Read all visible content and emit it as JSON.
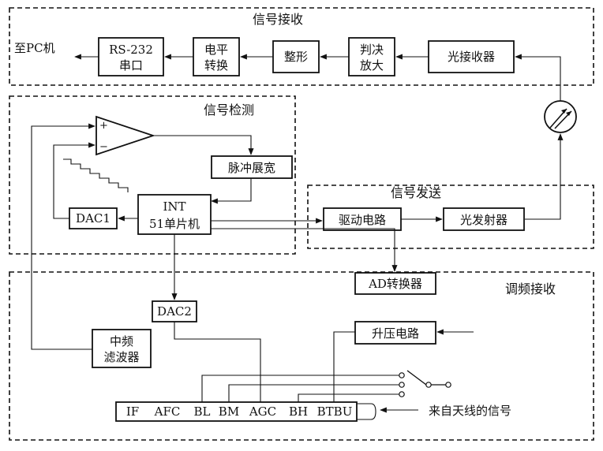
{
  "regions": {
    "signal_receive": "信号接收",
    "signal_detect": "信号检测",
    "signal_send": "信号发送",
    "fm_receive": "调频接收"
  },
  "blocks": {
    "rs232_line1": "RS-232",
    "rs232_line2": "串口",
    "level_line1": "电平",
    "level_line2": "转换",
    "shaping": "整形",
    "decision_line1": "判决",
    "decision_line2": "放大",
    "optical_receiver": "光接收器",
    "pulse_widening": "脉冲展宽",
    "mcu_line1": "INT",
    "mcu_line2": "51单片机",
    "dac1": "DAC1",
    "dac2": "DAC2",
    "driver": "驱动电路",
    "optical_transmitter": "光发射器",
    "ad_converter": "AD转换器",
    "boost": "升压电路",
    "if_filter_line1": "中频",
    "if_filter_line2": "滤波器"
  },
  "opamp": {
    "plus": "+",
    "minus": "−"
  },
  "labels": {
    "to_pc": "至PC机",
    "from_antenna": "来自天线的信号"
  },
  "chip_pins": [
    "IF",
    "AFC",
    "BL",
    "BM",
    "AGC",
    "BH",
    "BTBU"
  ]
}
